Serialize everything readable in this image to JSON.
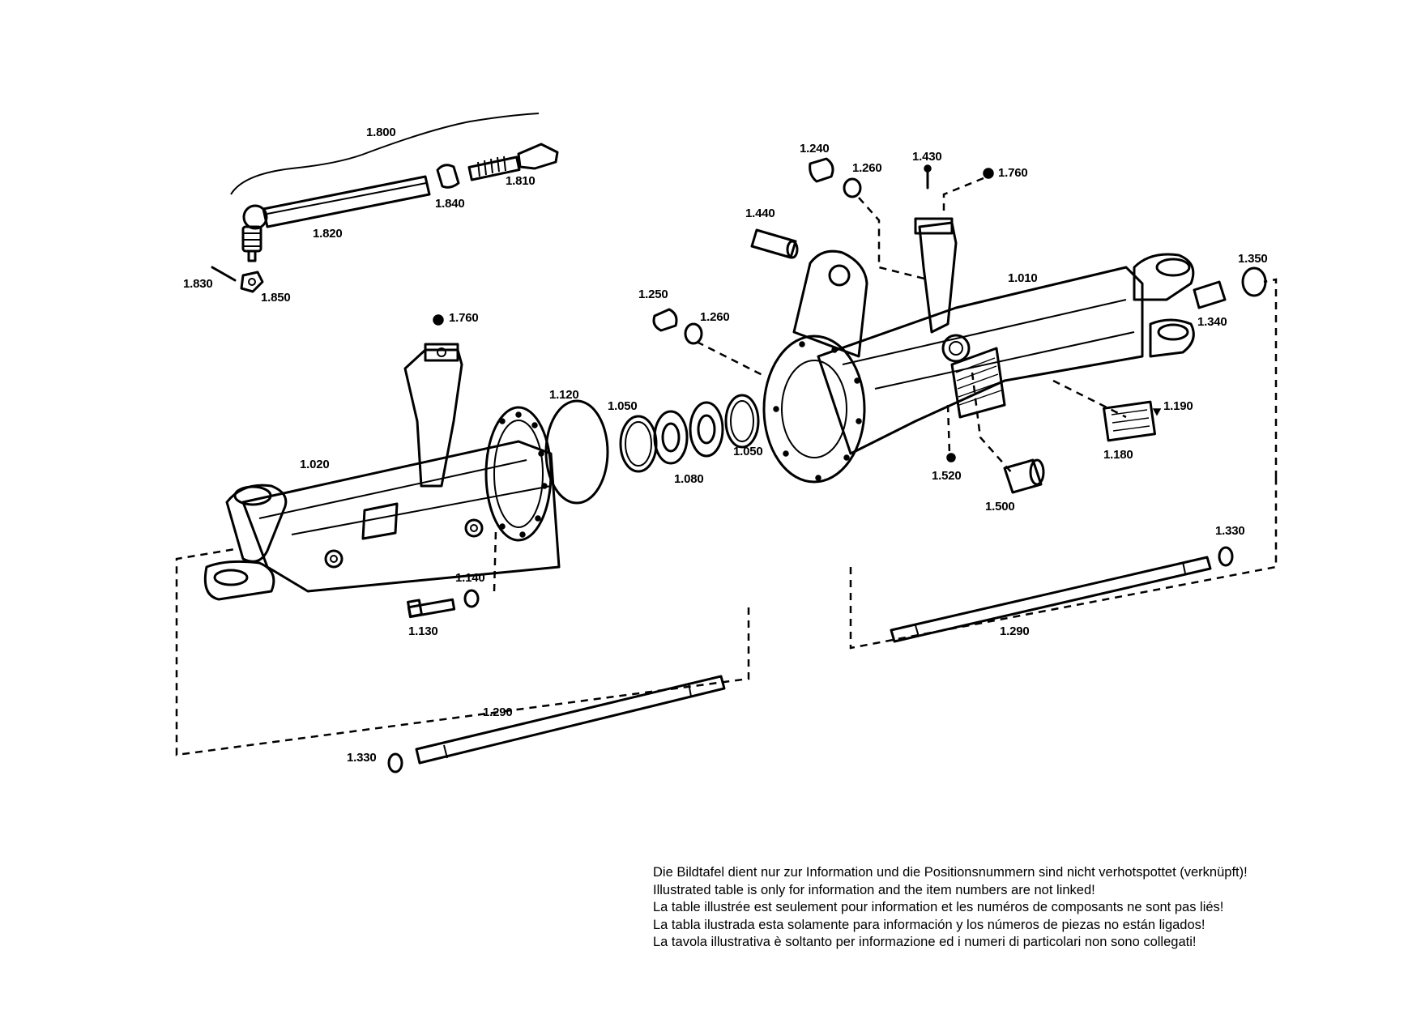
{
  "diagram": {
    "labels": {
      "p1800": "1.800",
      "p1810": "1.810",
      "p1840": "1.840",
      "p1820": "1.820",
      "p1830": "1.830",
      "p1850": "1.850",
      "p1760a": "1.760",
      "p1020": "1.020",
      "p1120": "1.120",
      "p1050a": "1.050",
      "p1080": "1.080",
      "p1050b": "1.050",
      "p1250": "1.250",
      "p1260a": "1.260",
      "p1240": "1.240",
      "p1260b": "1.260",
      "p1440": "1.440",
      "p1430": "1.430",
      "p1760b": "1.760",
      "p1010": "1.010",
      "p1350": "1.350",
      "p1340": "1.340",
      "p1190": "1.190",
      "p1180": "1.180",
      "p1520": "1.520",
      "p1500": "1.500",
      "p1140": "1.140",
      "p1130": "1.130",
      "p1330a": "1.330",
      "p1290a": "1.290",
      "p1290b": "1.290",
      "p1330b": "1.330"
    }
  },
  "disclaimer": {
    "de": "Die Bildtafel dient nur zur Information und die Positionsnummern sind nicht verhotspottet (verknüpft)!",
    "en": "Illustrated table is only for information and the item numbers are not linked!",
    "fr": "La table illustrée est seulement pour information et les numéros de composants ne sont pas liés!",
    "es": "La tabla ilustrada esta solamente para información y los números de piezas no están ligados!",
    "it": "La tavola illustrativa è soltanto per informazione ed i numeri di particolari non sono collegati!"
  }
}
